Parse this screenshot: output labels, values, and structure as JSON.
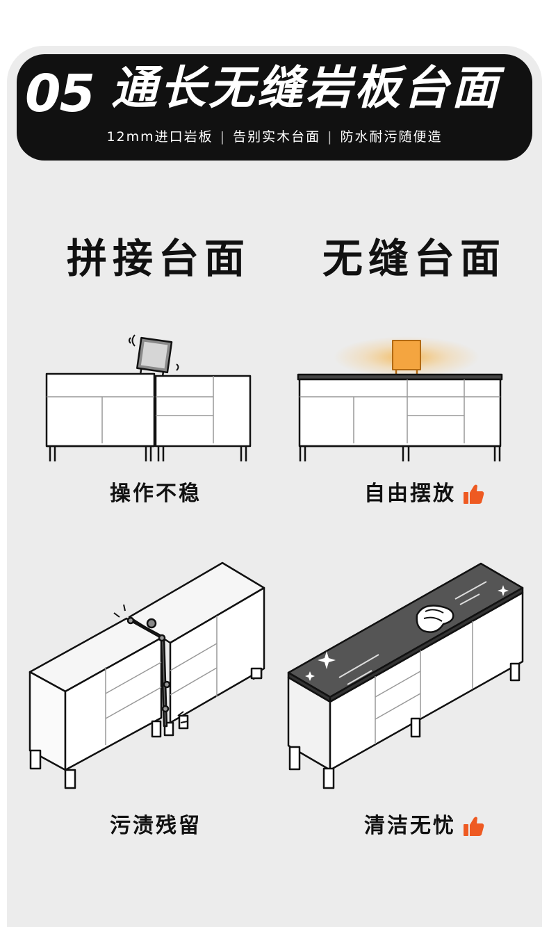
{
  "header": {
    "number": "05",
    "title": "通长无缝岩板台面",
    "subtitle": [
      "12mm进口岩板",
      "告别实木台面",
      "防水耐污随便造"
    ]
  },
  "comparison": {
    "left_heading": "拼接台面",
    "right_heading": "无缝台面",
    "row1": {
      "left_caption": "操作不稳",
      "right_caption": "自由摆放"
    },
    "row2": {
      "left_caption": "污渍残留",
      "right_caption": "清洁无忧"
    }
  },
  "icons": {
    "thumbs_up": "thumbs-up-icon"
  },
  "colors": {
    "accent": "#ee5a22",
    "glow": "#f5a623",
    "banner": "#111111",
    "card": "#ececec",
    "slab": "#555555"
  }
}
